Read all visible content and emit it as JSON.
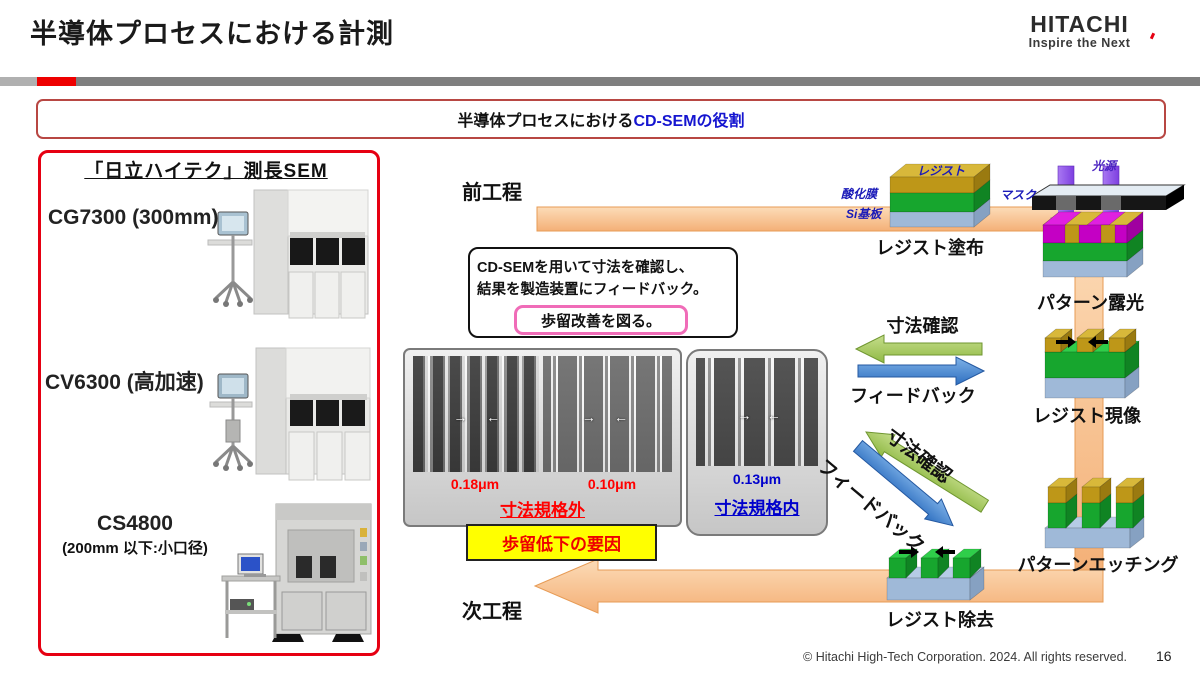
{
  "header": {
    "title": "半導体プロセスにおける計測",
    "logo": "HITACHI",
    "tagline": "Inspire the Next"
  },
  "banner": {
    "prefix": "半導体プロセスにおける",
    "highlight": "CD-SEMの役割"
  },
  "left_panel": {
    "title": "「日立ハイテク」測長SEM",
    "products": [
      {
        "name": "CG7300",
        "spec": "(300mm)"
      },
      {
        "name": "CV6300",
        "spec": "(高加速)"
      },
      {
        "name": "CS4800",
        "spec": "(200mm 以下:小口径)"
      }
    ]
  },
  "note_box": {
    "line1": "CD-SEMを用いて寸法を確認し、",
    "line2": "結果を製造装置にフィードバック。",
    "pink": "歩留改善を図る。"
  },
  "flow": {
    "start_label": "前工程",
    "end_label": "次工程",
    "steps": [
      "レジスト塗布",
      "パターン露光",
      "レジスト現像",
      "パターンエッチング",
      "レジスト除去"
    ],
    "wafer_labels": {
      "resist": "レジスト",
      "oxide": "酸化膜",
      "substrate": "Si基板",
      "mask": "マスク",
      "light": "光源"
    }
  },
  "arrows": {
    "check": "寸法確認",
    "feedback": "フィードバック",
    "check_diag": "寸法確認",
    "feedback_diag": "フィードバック"
  },
  "sem": {
    "out_of_spec": {
      "measure1": "0.18μm",
      "measure2": "0.10μm",
      "label": "寸法規格外"
    },
    "in_spec": {
      "measure": "0.13μm",
      "label": "寸法規格内"
    },
    "cause": "歩留低下の要因"
  },
  "icons": {
    "arrow_right": "→",
    "arrow_left": "←"
  },
  "footer": {
    "copyright": "© Hitachi High-Tech Corporation. 2024. All rights reserved.",
    "page": "16"
  },
  "colors": {
    "accent_red": "#E60012",
    "banner_border": "#B84743",
    "highlight_blue": "#1515D0",
    "spec_red": "#FF0000",
    "spec_blue": "#0000CC",
    "orange_band": "#F6BE8A",
    "green_arrow": "#9FC54E",
    "blue_arrow": "#3E86D8",
    "yellow_bg": "#FFFF00",
    "pink_border": "#F06CB8"
  }
}
